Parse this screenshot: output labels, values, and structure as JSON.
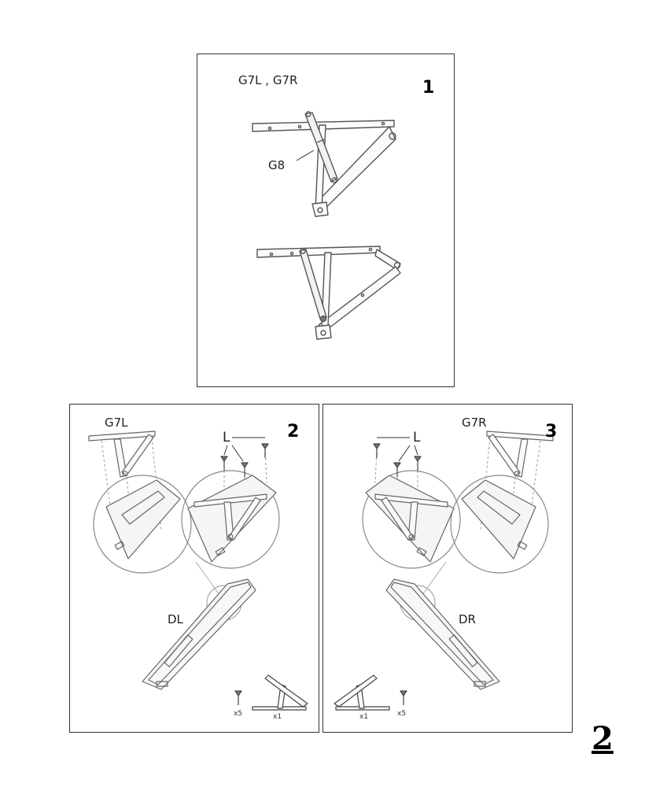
{
  "page_number": "2",
  "step1": {
    "number": "1",
    "parts_label": "G7L , G7R",
    "strut_label": "G8"
  },
  "step2": {
    "number": "2",
    "part_label": "G7L",
    "screw_label": "L",
    "base_label": "DL",
    "screw_count": "x5",
    "arm_count": "x1"
  },
  "step3": {
    "number": "3",
    "part_label": "G7R",
    "screw_label": "L",
    "base_label": "DR",
    "screw_count": "x5",
    "arm_count": "x1"
  }
}
